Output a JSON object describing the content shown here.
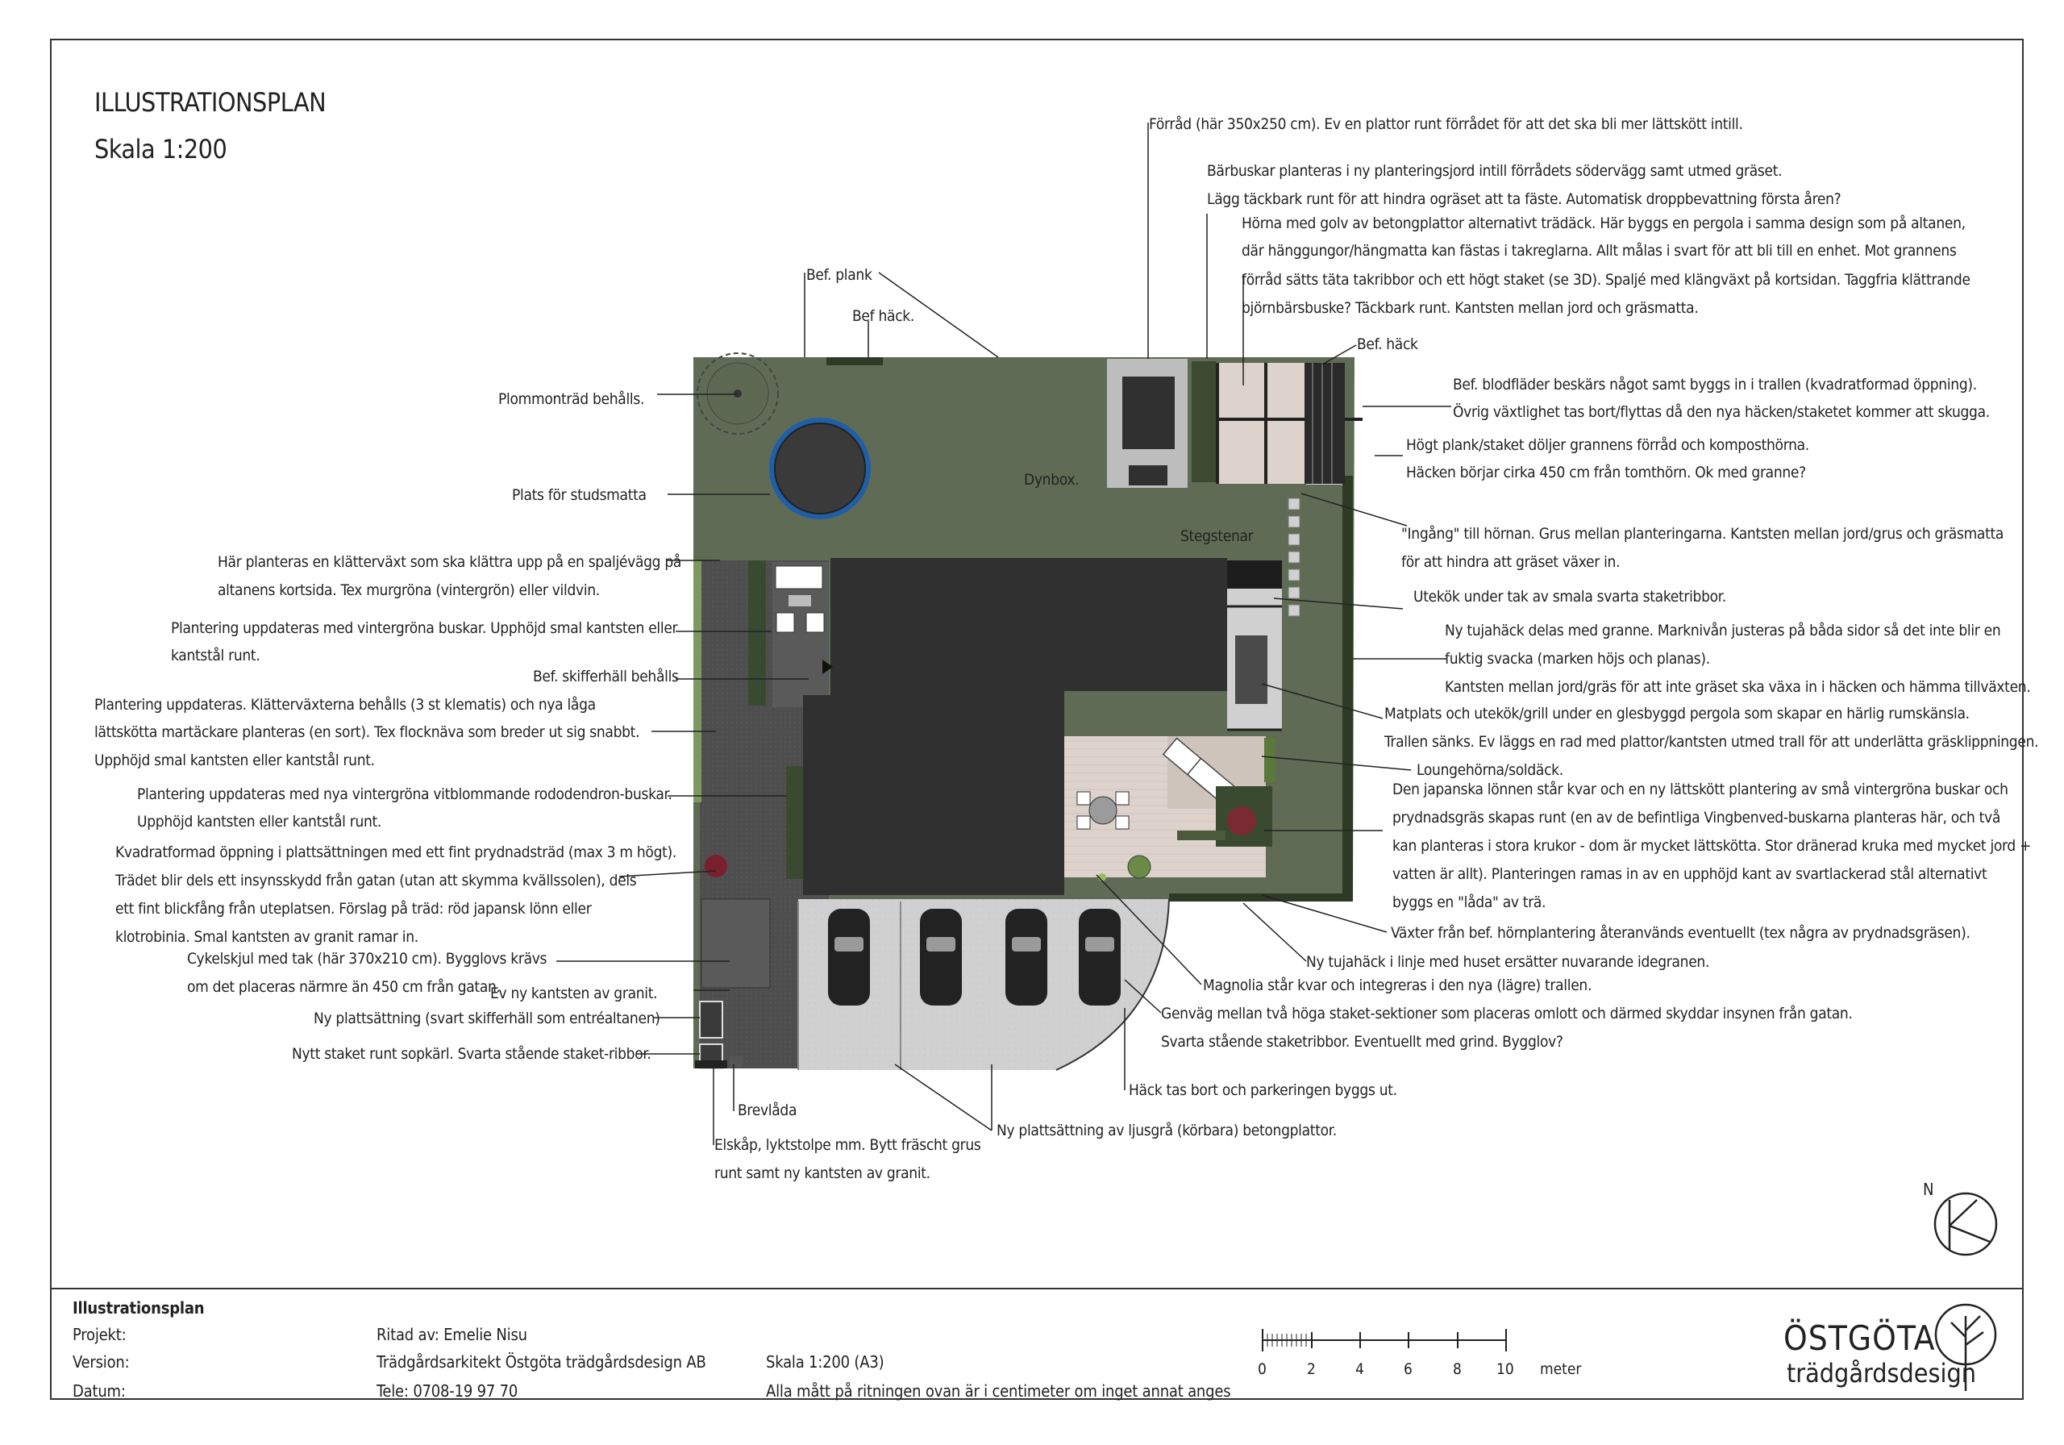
{
  "header": {
    "title": "ILLUSTRATIONSPLAN",
    "scale": "Skala 1:200"
  },
  "labels": {
    "forrad": "Förråd (här 350x250 cm). Ev en plattor runt förrådet för att det ska bli mer lättskött intill.",
    "barbuskar_1": "Bärbuskar planteras i ny planteringsjord intill förrådets södervägg samt utmed gräset.",
    "barbuskar_2": "Lägg täckbark runt för att hindra ogräset att ta fäste. Automatisk droppbevattning första åren?",
    "horna_1": "Hörna med golv av betongplattor alternativt trädäck. Här byggs en pergola i samma design som på altanen,",
    "horna_2": "där hänggungor/hängmatta kan fästas i takreglarna. Allt målas i svart för att bli till en enhet. Mot grannens",
    "horna_3": "förråd sätts täta takribbor och ett högt staket (se 3D). Spaljé med klängväxt på kortsidan. Taggfria klättrande",
    "horna_4": "björnbärsbuske? Täckbark runt. Kantsten mellan jord och gräsmatta.",
    "bef_plank": "Bef. plank",
    "bef_hack_top": "Bef häck.",
    "bef_hack_right": "Bef. häck",
    "blodfl_1": "Bef. blodfläder beskärs något samt byggs in i trallen (kvadratformad öppning).",
    "blodfl_2": "Övrig växtlighet tas bort/flyttas då den nya häcken/staketet kommer att skugga.",
    "plank_1": "Högt plank/staket döljer grannens förråd och komposthörna.",
    "plank_2": "Häcken börjar cirka 450 cm från tomthörn. Ok med granne?",
    "plommon": "Plommonträd behålls.",
    "studsmatta": "Plats för studsmatta",
    "dynbox": "Dynbox.",
    "stegstenar": "Stegstenar",
    "ingang_1": "\"Ingång\" till hörnan. Grus mellan planteringarna. Kantsten mellan jord/grus och gräsmatta",
    "ingang_2": "för att hindra att gräset växer in.",
    "utekok": "Utekök under tak av smala svarta staketribbor.",
    "klatter_1": "Här planteras en klätterväxt som ska klättra upp på en spaljévägg på",
    "klatter_2": "altanens kortsida. Tex murgröna (vintergrön) eller vildvin.",
    "plant_upd_1": "Plantering uppdateras med vintergröna buskar. Upphöjd smal kantsten eller",
    "plant_upd_2": "kantstål runt.",
    "skiffer": "Bef. skifferhäll behålls",
    "tuja_1": "Ny tujahäck delas med granne. Marknivån justeras på båda sidor så det inte blir en",
    "tuja_2": "fuktig svacka (marken höjs och planas).",
    "tuja_3": "Kantsten mellan jord/gräs för att inte gräset ska växa in i häcken och hämma tillväxten.",
    "klematis_1": "Plantering uppdateras. Klätterväxterna behålls (3 st klematis) och nya låga",
    "klematis_2": "lättskötta martäckare planteras (en sort). Tex flocknäva som breder ut sig snabbt.",
    "klematis_3": "Upphöjd smal kantsten eller kantstål runt.",
    "matplats_1": "Matplats och utekök/grill under en glesbyggd pergola som skapar en härlig rumskänsla.",
    "matplats_2": "Trallen sänks. Ev läggs en rad med plattor/kantsten utmed trall för att underlätta gräsklippningen.",
    "lounge": "Loungehörna/soldäck.",
    "rodo_1": "Plantering uppdateras med nya vintergröna vitblommande rododendron-buskar.",
    "rodo_2": "Upphöjd kantsten eller kantstål runt.",
    "japansk_1": "Den japanska lönnen står kvar och en ny lättskött plantering av små vintergröna buskar och",
    "japansk_2": "prydnadsgräs skapas runt (en av de befintliga Vingbenved-buskarna planteras här, och två",
    "japansk_3": "kan planteras i stora krukor - dom är mycket lättskötta. Stor dränerad kruka med mycket jord +",
    "japansk_4": "vatten är allt). Planteringen ramas in av en upphöjd kant av  svartlackerad stål alternativt",
    "japansk_5": "byggs en \"låda\" av trä.",
    "kvadrat_1": "Kvadratformad öppning i plattsättningen med ett fint prydnadsträd (max 3 m högt).",
    "kvadrat_2": "Trädet blir dels ett insynsskydd från gatan (utan att skymma kvällssolen), dels",
    "kvadrat_3": "ett fint blickfång från uteplatsen. Förslag på träd: röd japansk lönn eller",
    "kvadrat_4": "klotrobinia. Smal kantsten av granit ramar in.",
    "vaxter": "Växter från bef. hörnplantering återanvänds eventuellt (tex några av prydnadsgräsen).",
    "ny_tuja": "Ny tujahäck i linje med huset ersätter nuvarande idegranen.",
    "magnolia": "Magnolia står kvar och integreras i den nya (lägre) trallen.",
    "cykel_1": "Cykelskjul med tak (här 370x210 cm). Bygglovs krävs",
    "cykel_2": "om det placeras närmre än 450 cm från gatan.",
    "kantsten": "Ev ny kantsten av granit.",
    "plattsattning_entre": "Ny plattsättning (svart skifferhäll som entréaltanen)",
    "staket_sopkarl": "Nytt staket runt sopkärl. Svarta stående staket-ribbor.",
    "genvag_1": "Genväg mellan två höga staket-sektioner som placeras omlott och därmed skyddar insynen från gatan.",
    "genvag_2": "Svarta stående staketribbor. Eventuellt med grind. Bygglov?",
    "hack_bort": "Häck tas bort och parkeringen byggs ut.",
    "brevlada": "Brevlåda",
    "elskap_1": "Elskåp, lyktstolpe mm. Bytt fräscht grus",
    "elskap_2": "runt samt ny kantsten av granit.",
    "ny_platt": "Ny plattsättning av ljusgrå (körbara) betongplattor."
  },
  "north": "N",
  "titleblock": {
    "heading": "Illustrationsplan",
    "projekt_label": "Projekt:",
    "version_label": "Version:",
    "datum_label": "Datum:",
    "ritad": "Ritad av: Emelie Nisu",
    "firma": "Trädgårdsarkitekt Östgöta trädgårdsdesign AB",
    "tel": "Tele: 0708-19 97 70",
    "skala": "Skala 1:200 (A3)",
    "matt": "Alla mått på ritningen ovan är i centimeter om inget annat anges",
    "scale_ticks": [
      "0",
      "2",
      "4",
      "6",
      "8",
      "10"
    ],
    "scale_unit": "meter",
    "logo_line1": "ÖSTGÖTA",
    "logo_line2": "trädgårdsdesign"
  },
  "colors": {
    "lawn": "#5f6b55",
    "house": "#303030",
    "paving_dark": "#4e4e4e",
    "paving_light": "#cfcfcf",
    "deck": "#dcd2cb",
    "hedge": "#2e3a26",
    "trampoline": "#1f5fa8"
  }
}
